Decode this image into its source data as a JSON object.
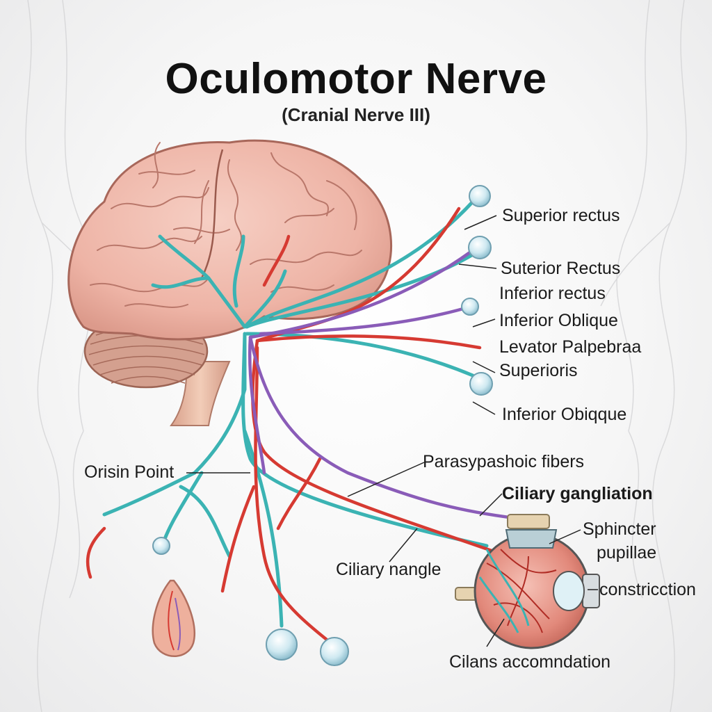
{
  "title": "Oculomotor Nerve",
  "subtitle": "(Cranial Nerve III)",
  "labels": {
    "superior_rectus": "Superior rectus",
    "suterior_rectus": "Suterior Rectus",
    "inferior_rectus": "Inferior rectus",
    "inferior_oblique_1": "Inferior Oblique",
    "levator_1": "Levator Palpebraa",
    "levator_2": "Superioris",
    "inferior_oblique_2": "Inferior Obiqque",
    "origin_point": "Orisin Point",
    "parasympathetic": "Parasypashoic fibers",
    "ciliary_ganglion": "Ciliary gangliation",
    "sphincter_1": "Sphincter",
    "sphincter_2": "pupillae",
    "constriction": "constricction",
    "ciliary_nangle": "Ciliary nangle",
    "accommodation": "Cilans accomndation"
  },
  "colors": {
    "nerve_teal": "#3bb3b3",
    "nerve_red": "#d63a32",
    "nerve_purple": "#8a5cb8",
    "brain_pink": "#eeb7a9",
    "cerebellum": "#c98f7e",
    "eye_blue": "#bfe3ee",
    "eyeball": "#e9a195"
  }
}
